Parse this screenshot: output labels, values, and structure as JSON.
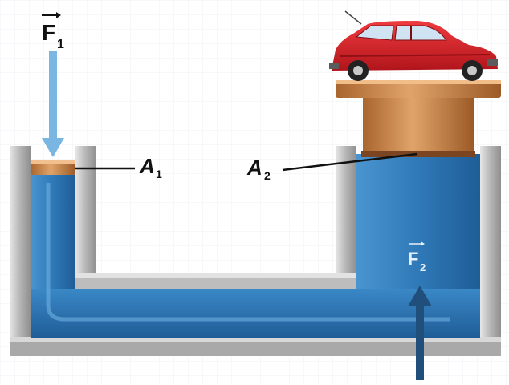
{
  "labels": {
    "f1": "F",
    "f1_sub": "1",
    "a1": "A",
    "a1_sub": "1",
    "a2": "A",
    "a2_sub": "2",
    "f2": "F",
    "f2_sub": "2"
  },
  "colors": {
    "fluid": "#2f79b8",
    "fluid_dark": "#1f5d96",
    "container": "#c9c9c9",
    "container_dark": "#8a8a8a",
    "piston": "#c07a3e",
    "piston_light": "#e3a56a",
    "car": "#d81f26",
    "arrow_f1": "#7ab6e2",
    "arrow_f2": "#1f4f7a",
    "background": "#ffffff"
  },
  "icons": {
    "car": "red-car-icon"
  }
}
